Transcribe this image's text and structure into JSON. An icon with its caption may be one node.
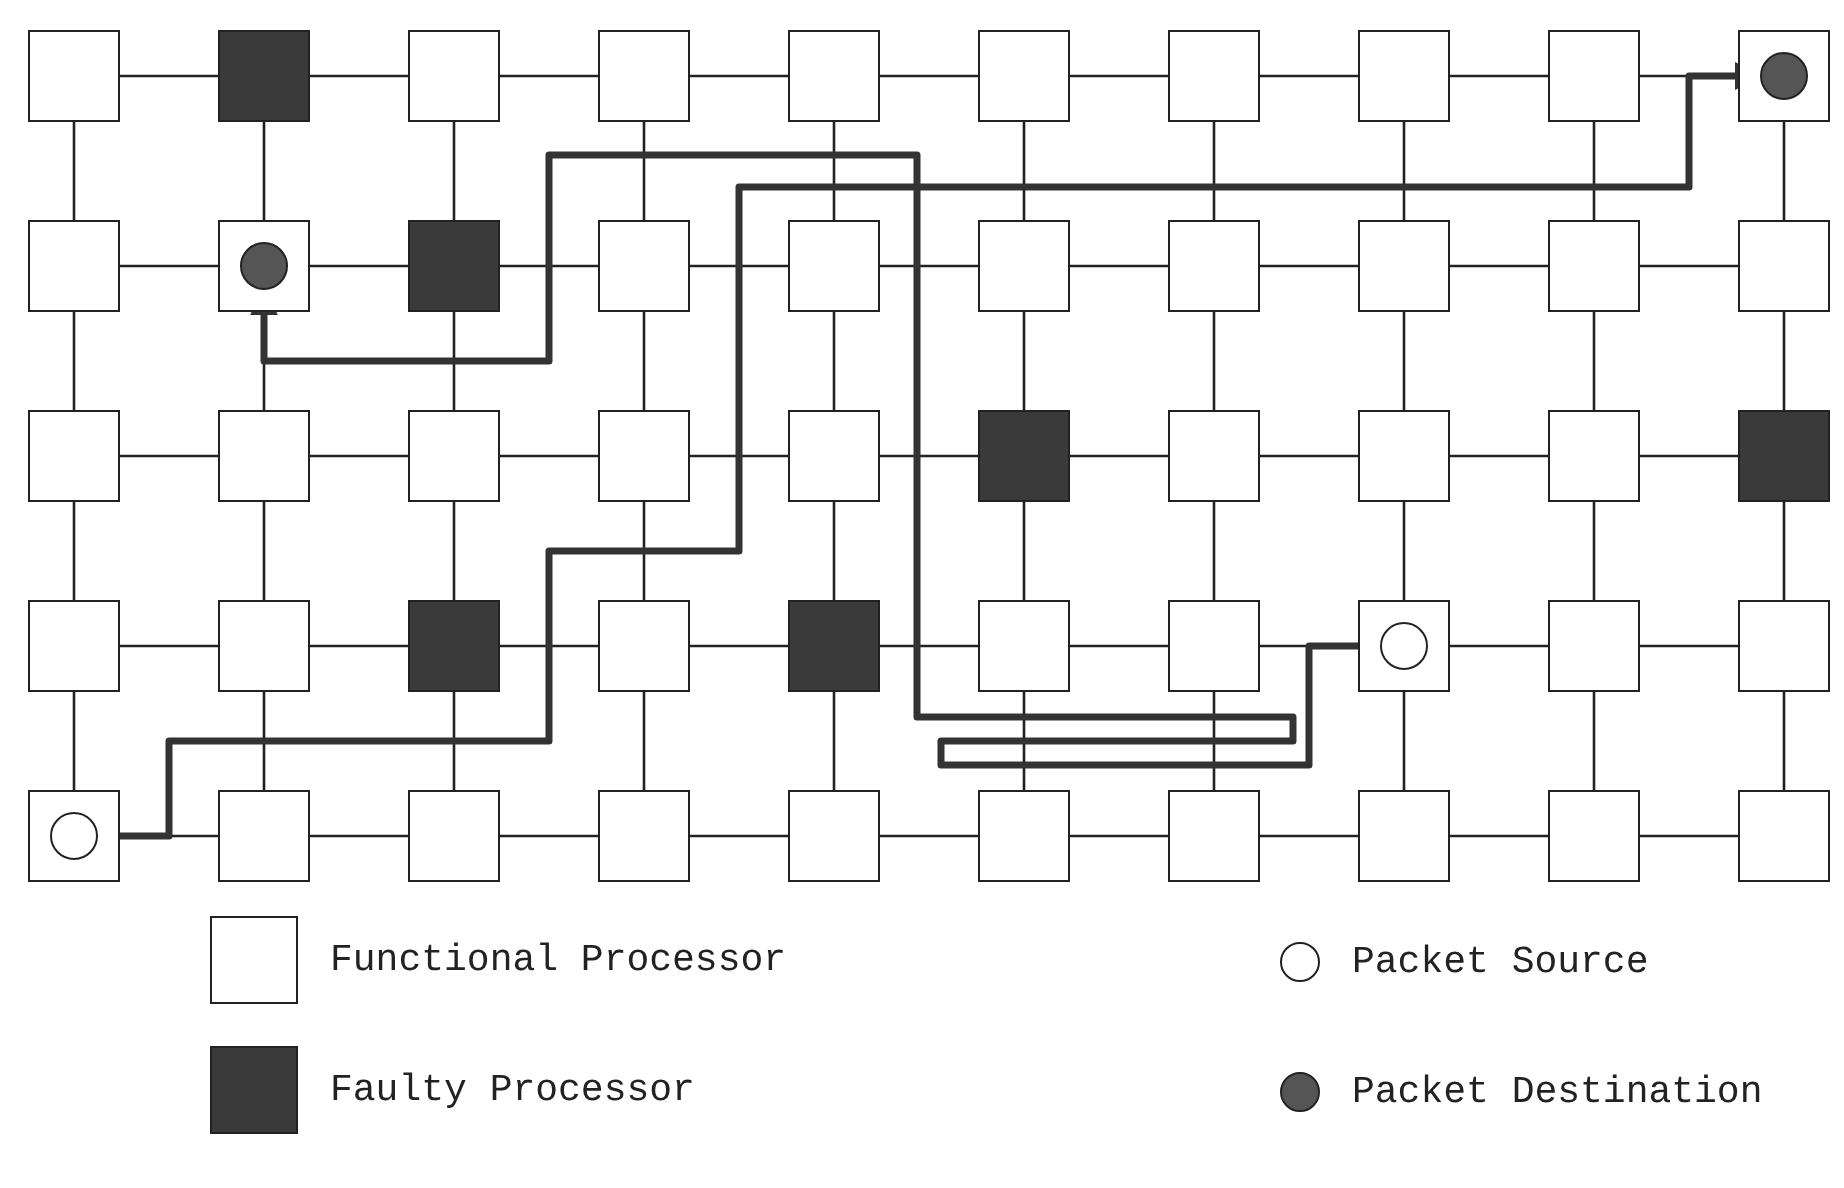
{
  "diagram": {
    "nodes": [
      {
        "text": [],
        "shape": "box"
      },
      {
        "text": [],
        "shape": "box"
      },
      {
        "text": [],
        "shape": "box"
      },
      {
        "text": [],
        "shape": "box"
      },
      {
        "text": [],
        "shape": "box"
      },
      {
        "text": [],
        "shape": "box"
      },
      {
        "text": [],
        "shape": "box"
      },
      {
        "text": [],
        "shape": "box"
      },
      {
        "text": [],
        "shape": "box"
      },
      {
        "text": [],
        "shape": "box"
      },
      {
        "text": [],
        "shape": "circle",
        "in": 9
      },
      {
        "text": [],
        "shape": "box"
      },
      {
        "text": [],
        "shape": "box"
      },
      {
        "text": [],
        "shape": "circle",
        "in": 12
      },
      {
        "text": [],
        "shape": "box"
      },
      {
        "text": [],
        "shape": "box"
      },
      {
        "text": [],
        "shape": "box"
      },
      {
        "text": [],
        "shape": "box"
      },
      {
        "text": [],
        "shape": "box"
      },
      {
        "text": [],
        "shape": "box"
      },
      {
        "text": [],
        "shape": "box"
      },
      {
        "text": [],
        "shape": "box"
      },
      {
        "text": [],
        "shape": "box"
      },
      {
        "text": [],
        "shape": "box"
      },
      {
        "text": [],
        "shape": "box"
      },
      {
        "text": [],
        "shape": "box"
      },
      {
        "text": [],
        "shape": "box"
      },
      {
        "text": [],
        "shape": "box"
      },
      {
        "text": [],
        "shape": "box"
      },
      {
        "text": [],
        "shape": "box"
      },
      {
        "text": [],
        "shape": "box"
      },
      {
        "text": [],
        "shape": "box"
      },
      {
        "text": [],
        "shape": "box"
      },
      {
        "text": [],
        "shape": "box"
      },
      {
        "text": [],
        "shape": "box"
      },
      {
        "text": [],
        "shape": "box"
      },
      {
        "text": [],
        "shape": "box"
      },
      {
        "text": [],
        "shape": "box"
      },
      {
        "text": [],
        "shape": "box"
      },
      {
        "text": [],
        "shape": "box"
      },
      {
        "text": [],
        "shape": "circle",
        "in": 39
      },
      {
        "text": [],
        "shape": "box"
      },
      {
        "text": [],
        "shape": "box"
      },
      {
        "text": [],
        "shape": "box"
      },
      {
        "text": [],
        "shape": "circle",
        "in": 43
      },
      {
        "text": [],
        "shape": "box"
      },
      {
        "text": [],
        "shape": "box"
      },
      {
        "text": [],
        "shape": "box"
      },
      {
        "text": [],
        "shape": "box"
      },
      {
        "text": [],
        "shape": "box"
      },
      {
        "text": [],
        "shape": "box"
      },
      {
        "text": [],
        "shape": "box"
      },
      {
        "text": [],
        "shape": "box"
      },
      {
        "text": [],
        "shape": "box"
      }
    ],
    "edges": [
      {
        "from": 0,
        "to": 1,
        "arrow": "none"
      },
      {
        "from": 1,
        "to": 2,
        "arrow": "none"
      },
      {
        "from": 2,
        "to": 3,
        "arrow": "none"
      },
      {
        "from": 3,
        "to": 4,
        "arrow": "none"
      },
      {
        "from": 4,
        "to": 5,
        "arrow": "none"
      },
      {
        "from": 5,
        "to": 6,
        "arrow": "none"
      },
      {
        "from": 6,
        "to": 7,
        "arrow": "none"
      },
      {
        "from": 7,
        "to": 8,
        "arrow": "none"
      },
      {
        "from": 8,
        "to": 9,
        "arrow": "none"
      },
      {
        "from": 11,
        "to": 12,
        "arrow": "none"
      },
      {
        "from": 12,
        "to": 14,
        "arrow": "none"
      },
      {
        "from": 14,
        "to": 15,
        "arrow": "none"
      },
      {
        "from": 15,
        "to": 16,
        "arrow": "none"
      },
      {
        "from": 16,
        "to": 17,
        "arrow": "none"
      },
      {
        "from": 17,
        "to": 18,
        "arrow": "none"
      },
      {
        "from": 18,
        "to": 19,
        "arrow": "none"
      },
      {
        "from": 19,
        "to": 20,
        "arrow": "none"
      },
      {
        "from": 20,
        "to": 21,
        "arrow": "none"
      },
      {
        "from": 22,
        "to": 23,
        "arrow": "none"
      },
      {
        "from": 23,
        "to": 24,
        "arrow": "none"
      },
      {
        "from": 24,
        "to": 25,
        "arrow": "none"
      },
      {
        "from": 25,
        "to": 26,
        "arrow": "none"
      },
      {
        "from": 26,
        "to": 27,
        "arrow": "none"
      },
      {
        "from": 27,
        "to": 28,
        "arrow": "none"
      },
      {
        "from": 28,
        "to": 29,
        "arrow": "none"
      },
      {
        "from": 29,
        "to": 30,
        "arrow": "none"
      },
      {
        "from": 30,
        "to": 31,
        "arrow": "none"
      },
      {
        "from": 32,
        "to": 33,
        "arrow": "none"
      },
      {
        "from": 33,
        "to": 34,
        "arrow": "none"
      },
      {
        "from": 34,
        "to": 35,
        "arrow": "none"
      },
      {
        "from": 35,
        "to": 36,
        "arrow": "none"
      },
      {
        "from": 36,
        "to": 37,
        "arrow": "none"
      },
      {
        "from": 37,
        "to": 38,
        "arrow": "none"
      },
      {
        "from": 38,
        "to": 39,
        "arrow": "none"
      },
      {
        "from": 39,
        "to": 41,
        "arrow": "none"
      },
      {
        "from": 41,
        "to": 42,
        "arrow": "none"
      },
      {
        "from": 43,
        "to": 45,
        "arrow": "none"
      },
      {
        "from": 45,
        "to": 46,
        "arrow": "none"
      },
      {
        "from": 46,
        "to": 47,
        "arrow": "none"
      },
      {
        "from": 47,
        "to": 48,
        "arrow": "none"
      },
      {
        "from": 48,
        "to": 49,
        "arrow": "none"
      },
      {
        "from": 49,
        "to": 50,
        "arrow": "none"
      },
      {
        "from": 50,
        "to": 51,
        "arrow": "none"
      },
      {
        "from": 51,
        "to": 52,
        "arrow": "none"
      },
      {
        "from": 52,
        "to": 53,
        "arrow": "none"
      },
      {
        "from": 0,
        "to": 11,
        "arrow": "none"
      },
      {
        "from": 1,
        "to": 12,
        "arrow": "none"
      },
      {
        "from": 2,
        "to": 14,
        "arrow": "none"
      },
      {
        "from": 3,
        "to": 15,
        "arrow": "none"
      },
      {
        "from": 4,
        "to": 16,
        "arrow": "none"
      },
      {
        "from": 5,
        "to": 17,
        "arrow": "none"
      },
      {
        "from": 6,
        "to": 18,
        "arrow": "none"
      },
      {
        "from": 7,
        "to": 19,
        "arrow": "none"
      },
      {
        "from": 8,
        "to": 20,
        "arrow": "none"
      },
      {
        "from": 9,
        "to": 21,
        "arrow": "none"
      },
      {
        "from": 11,
        "to": 22,
        "arrow": "none"
      },
      {
        "from": 12,
        "to": 23,
        "arrow": "none"
      },
      {
        "from": 14,
        "to": 24,
        "arrow": "none"
      },
      {
        "from": 15,
        "to": 25,
        "arrow": "none"
      },
      {
        "from": 16,
        "to": 26,
        "arrow": "none"
      },
      {
        "from": 17,
        "to": 27,
        "arrow": "none"
      },
      {
        "from": 18,
        "to": 28,
        "arrow": "none"
      },
      {
        "from": 19,
        "to": 29,
        "arrow": "none"
      },
      {
        "from": 20,
        "to": 30,
        "arrow": "none"
      },
      {
        "from": 21,
        "to": 31,
        "arrow": "none"
      },
      {
        "from": 22,
        "to": 32,
        "arrow": "none"
      },
      {
        "from": 23,
        "to": 33,
        "arrow": "none"
      },
      {
        "from": 24,
        "to": 34,
        "arrow": "none"
      },
      {
        "from": 25,
        "to": 35,
        "arrow": "none"
      },
      {
        "from": 26,
        "to": 36,
        "arrow": "none"
      },
      {
        "from": 27,
        "to": 37,
        "arrow": "none"
      },
      {
        "from": 28,
        "to": 38,
        "arrow": "none"
      },
      {
        "from": 29,
        "to": 39,
        "arrow": "none"
      },
      {
        "from": 30,
        "to": 41,
        "arrow": "none"
      },
      {
        "from": 31,
        "to": 42,
        "arrow": "none"
      },
      {
        "from": 32,
        "to": 43,
        "arrow": "none"
      },
      {
        "from": 33,
        "to": 45,
        "arrow": "none"
      },
      {
        "from": 34,
        "to": 46,
        "arrow": "none"
      },
      {
        "from": 35,
        "to": 47,
        "arrow": "none"
      },
      {
        "from": 36,
        "to": 48,
        "arrow": "none"
      },
      {
        "from": 37,
        "to": 49,
        "arrow": "none"
      },
      {
        "from": 38,
        "to": 50,
        "arrow": "none"
      },
      {
        "from": 39,
        "to": 51,
        "arrow": "none"
      },
      {
        "from": 41,
        "to": 52,
        "arrow": "none"
      },
      {
        "from": 42,
        "to": 53,
        "arrow": "none"
      },
      {
        "from": 44,
        "to": 10,
        "arrow": "to",
        "style": "thick"
      },
      {
        "from": 40,
        "to": 13,
        "arrow": "to",
        "style": "thick"
      }
    ],
    "legend": [
      {
        "text": "Functional Processor",
        "color": "#ffffff"
      },
      {
        "text": "Packet Source",
        "color": "#ffffff"
      },
      {
        "text": "Faulty Processor",
        "color": "#3a3a3a"
      },
      {
        "text": "Packet Destination",
        "color": "#555555"
      }
    ]
  }
}
